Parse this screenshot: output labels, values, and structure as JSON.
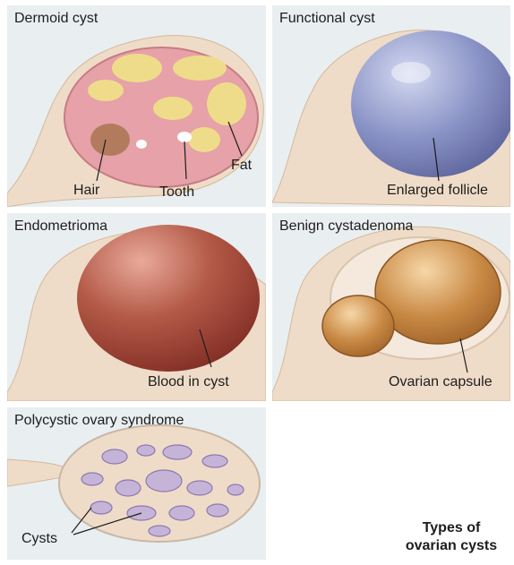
{
  "panels": {
    "dermoid": {
      "title": "Dermoid cyst",
      "labels": {
        "hair": "Hair",
        "tooth": "Tooth",
        "fat": "Fat"
      }
    },
    "functional": {
      "title": "Functional cyst",
      "labels": {
        "follicle": "Enlarged follicle"
      }
    },
    "endometrioma": {
      "title": "Endometrioma",
      "labels": {
        "blood": "Blood in cyst"
      }
    },
    "cystadenoma": {
      "title": "Benign cystadenoma",
      "labels": {
        "capsule": "Ovarian capsule"
      }
    },
    "polycystic": {
      "title": "Polycystic ovary syndrome",
      "labels": {
        "cysts": "Cysts"
      }
    }
  },
  "caption": {
    "line1": "Types of",
    "line2": "ovarian cysts"
  },
  "colors": {
    "panel_bg": "#e9eef0",
    "ovary_tissue": "#efdcc8",
    "dermoid_pink": "#e7a1a8",
    "fat_yellow": "#eedc8a",
    "follicle_blue": "#8a93c6",
    "blood_red": "#a84b3c",
    "cystadenoma_amber": "#c98a45",
    "pcos_lilac": "#c6b4d8"
  }
}
